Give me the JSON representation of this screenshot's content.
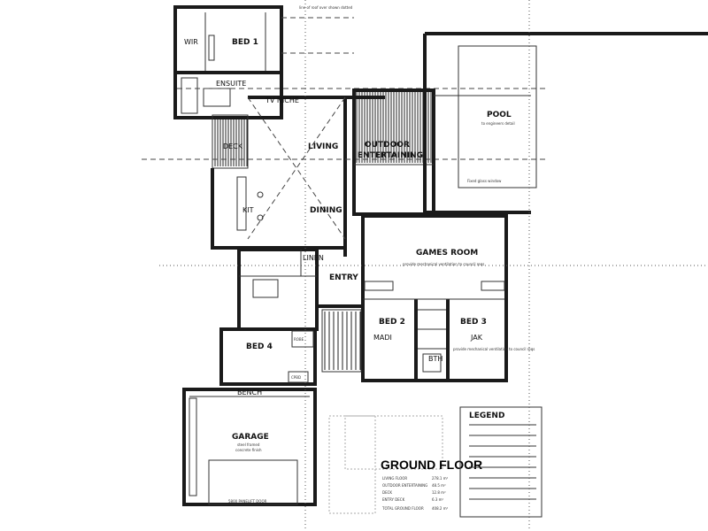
{
  "rooms": {
    "wir": "WIR",
    "bed1": "BED 1",
    "ensuite": "ENSUITE",
    "deck": "DECK",
    "living": "LIVING",
    "dining": "DINING",
    "kit": "KIT",
    "outdoor": "OUTDOOR",
    "entertaining": "ENTERTAINING",
    "pool": "POOL",
    "games_room": "GAMES ROOM",
    "entry": "ENTRY",
    "linen": "LINEN",
    "bed2": "BED 2",
    "bed3": "BED 3",
    "bed4": "BED 4",
    "madi": "MADI",
    "jak": "JAK",
    "garage": "GARAGE",
    "bth": "BTH",
    "robe": "ROBE"
  },
  "notes": {
    "tv_niche": "TV NICHE",
    "line_of_roof_over": "line of roof over shown dotted",
    "pool_to_engineer": "to engineers detail",
    "garage_finish_1": "steel framed",
    "garage_finish_2": "concrete finish",
    "panelift_door": "5800 PANELIFT DOOR",
    "bench": "BENCH",
    "games_room_ventilation": "provide mechanical ventilation to council reqs",
    "bed_ventilation": "provide mechanical ventilation to council reqs",
    "fixed_glass_window": "Fixed glass window",
    "cpbd": "CPBD"
  },
  "title": {
    "label": "GROUND FLOOR"
  },
  "areas": [
    {
      "name": "LIVING FLOOR",
      "value": "278.1 m²"
    },
    {
      "name": "OUTDOOR ENTERTAINING",
      "value": "48.5 m²"
    },
    {
      "name": "DECK",
      "value": "12.8 m²"
    },
    {
      "name": "ENTRY DECK",
      "value": "6.3 m²"
    },
    {
      "name": "TOTAL GROUND FLOOR",
      "value": "408.2 m²"
    }
  ],
  "legend": {
    "heading": "LEGEND"
  },
  "colors": {
    "line": "#1a1a1a",
    "paper": "#ffffff",
    "stamp": "#888888"
  }
}
